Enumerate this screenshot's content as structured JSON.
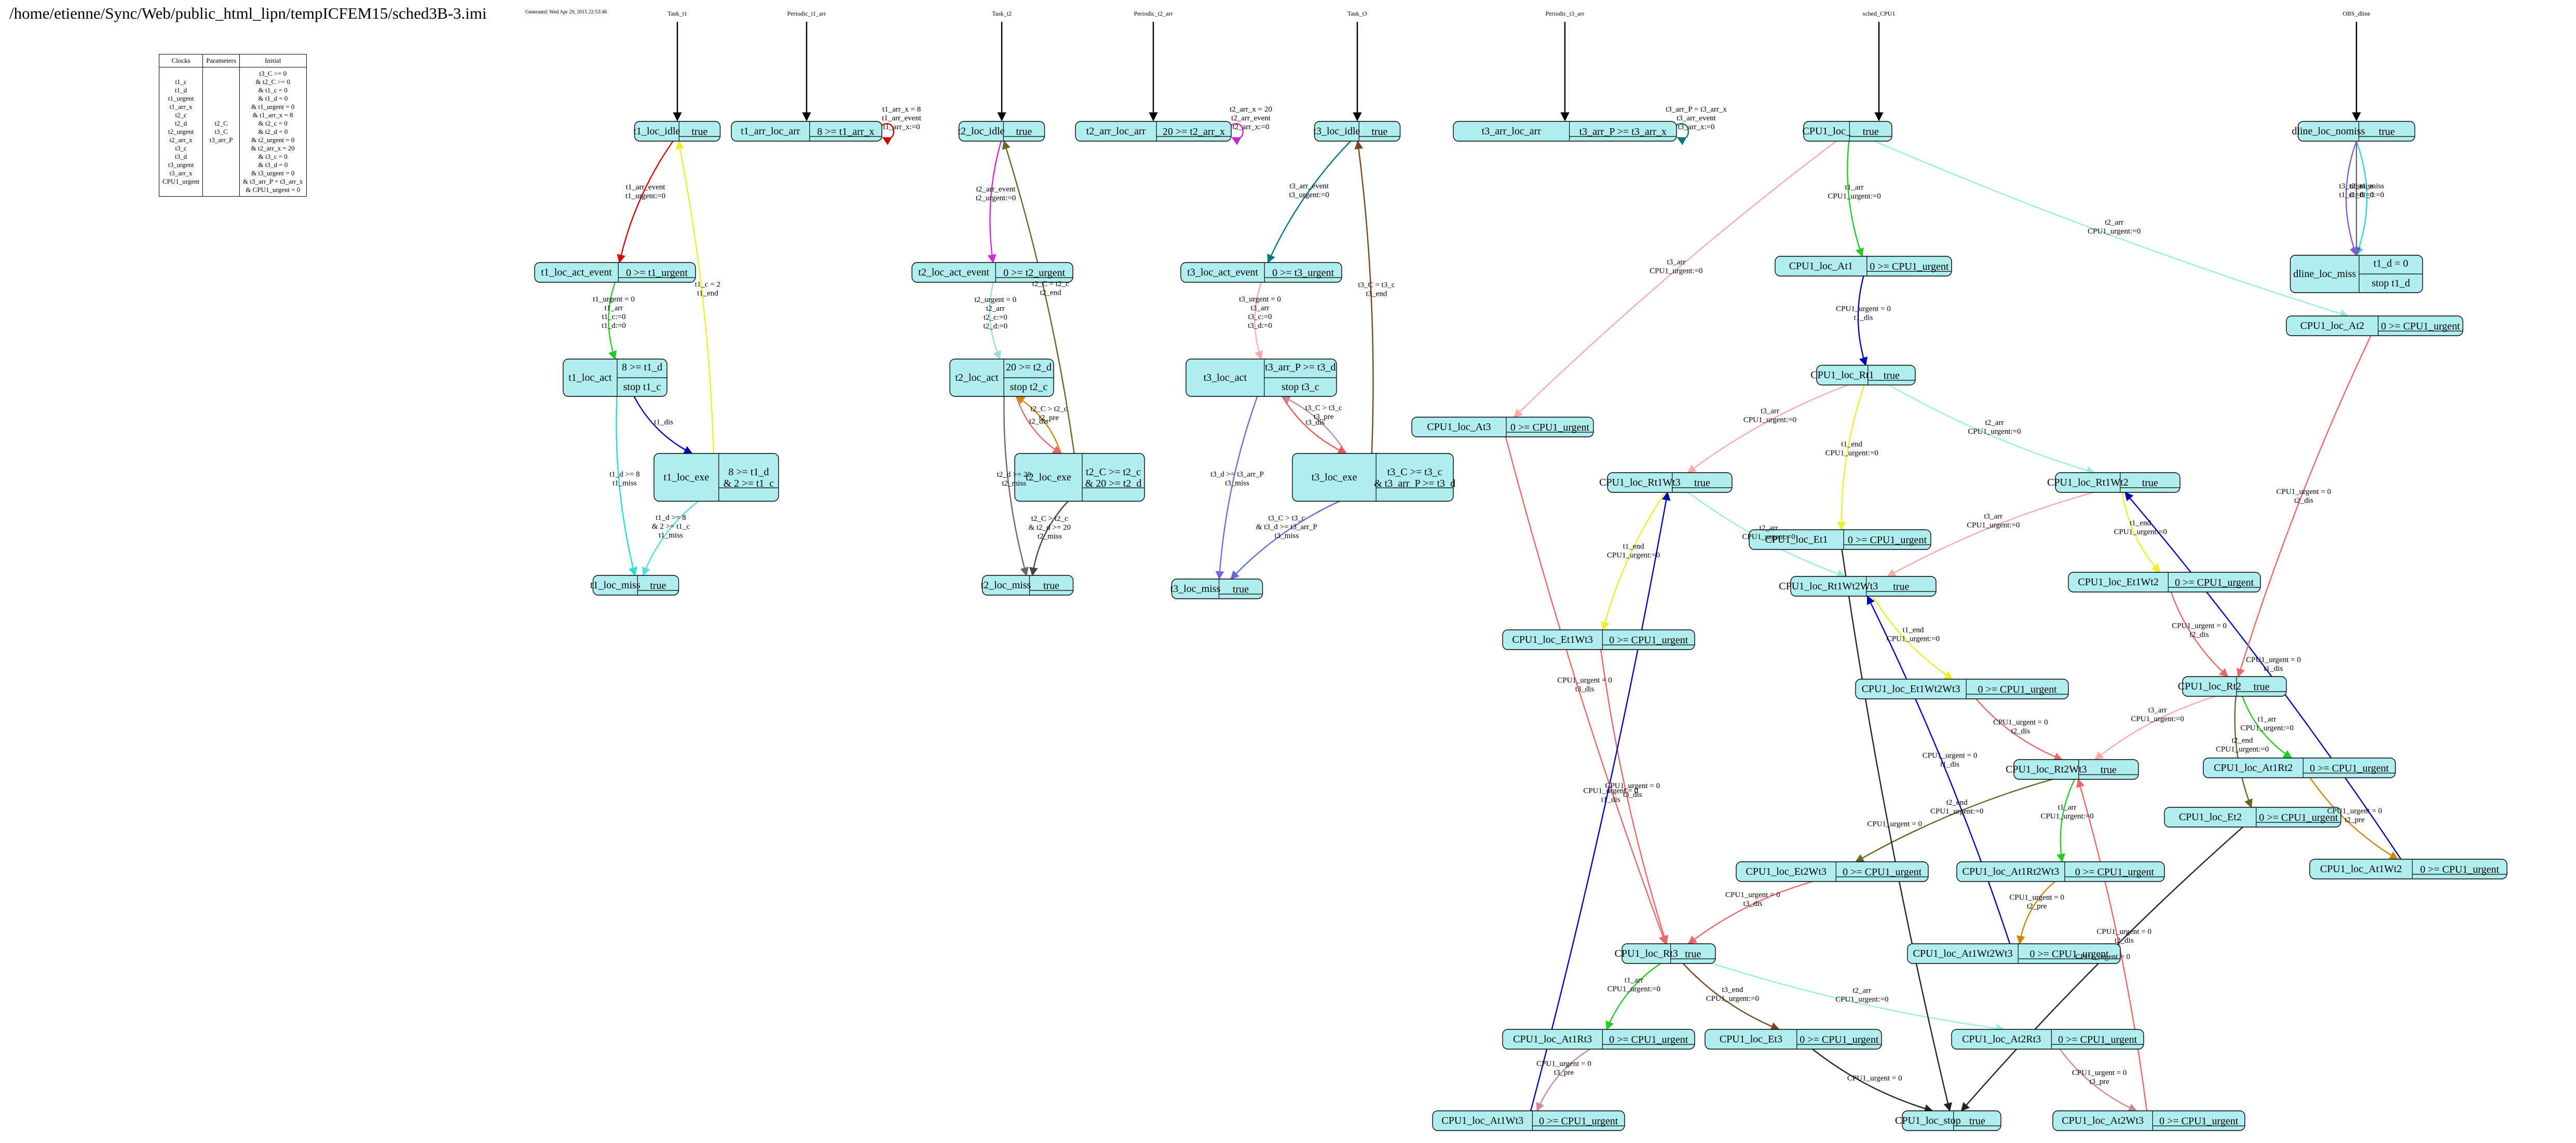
{
  "header": {
    "title": "/home/etienne/Sync/Web/public_html_lipn/tempICFEM15/sched3B-3.imi",
    "generated": "Generated: Wed Apr 29, 2015 22:53:46"
  },
  "legend": {
    "clocks_header": "Clocks",
    "parameters_header": "Parameters",
    "initial_header": "Initial",
    "clocks": [
      "t1_c",
      "t1_d",
      "t1_urgent",
      "t1_arr_x",
      "t2_c",
      "t2_d",
      "t2_urgent",
      "t2_arr_x",
      "t3_c",
      "t3_d",
      "t3_urgent",
      "t3_arr_x",
      "CPU1_urgent"
    ],
    "parameters": [
      "t2_C",
      "t3_C",
      "t3_arr_P"
    ],
    "initial": [
      "t3_C >= 0",
      "& t2_C >= 0",
      "& t1_c = 0",
      "& t1_d = 0",
      "& t1_urgent = 0",
      "& t1_arr_x = 8",
      "& t2_c = 0",
      "& t2_d = 0",
      "& t2_urgent = 0",
      "& t2_arr_x = 20",
      "& t3_c = 0",
      "& t3_d = 0",
      "& t3_urgent = 0",
      "& t3_arr_P = t3_arr_x",
      "& CPU1_urgent = 0"
    ]
  },
  "automata": [
    {
      "id": "a_task_t1",
      "name": "Task_t1"
    },
    {
      "id": "a_periodic_t1",
      "name": "Periodic_t1_arr"
    },
    {
      "id": "a_task_t2",
      "name": "Task_t2"
    },
    {
      "id": "a_periodic_t2",
      "name": "Periodic_t2_arr"
    },
    {
      "id": "a_task_t3",
      "name": "Task_t3"
    },
    {
      "id": "a_periodic_t3",
      "name": "Periodic_t3_arr"
    },
    {
      "id": "a_sched",
      "name": "sched_CPU1"
    },
    {
      "id": "a_obs",
      "name": "OBS_dline"
    }
  ],
  "locations": [
    {
      "id": "t1_idle",
      "name": "t1_loc_idle",
      "inv": "true",
      "stop": ""
    },
    {
      "id": "t1_arr",
      "name": "t1_arr_loc_arr",
      "inv": "8 >= t1_arr_x",
      "stop": ""
    },
    {
      "id": "t1_act_event",
      "name": "t1_loc_act_event",
      "inv": "0 >= t1_urgent",
      "stop": ""
    },
    {
      "id": "t1_act",
      "name": "t1_loc_act",
      "inv": "8 >= t1_d",
      "stop": "stop t1_c"
    },
    {
      "id": "t1_exe",
      "name": "t1_loc_exe",
      "inv": "8 >= t1_d & 2 >= t1_c",
      "stop": ""
    },
    {
      "id": "t1_miss",
      "name": "t1_loc_miss",
      "inv": "true",
      "stop": ""
    },
    {
      "id": "t2_idle",
      "name": "t2_loc_idle",
      "inv": "true",
      "stop": ""
    },
    {
      "id": "t2_arr",
      "name": "t2_arr_loc_arr",
      "inv": "20 >= t2_arr_x",
      "stop": ""
    },
    {
      "id": "t2_act_event",
      "name": "t2_loc_act_event",
      "inv": "0 >= t2_urgent",
      "stop": ""
    },
    {
      "id": "t2_act",
      "name": "t2_loc_act",
      "inv": "20 >= t2_d",
      "stop": "stop t2_c"
    },
    {
      "id": "t2_exe",
      "name": "t2_loc_exe",
      "inv": "t2_C >= t2_c & 20 >= t2_d",
      "stop": ""
    },
    {
      "id": "t2_miss",
      "name": "t2_loc_miss",
      "inv": "true",
      "stop": ""
    },
    {
      "id": "t3_idle",
      "name": "t3_loc_idle",
      "inv": "true",
      "stop": ""
    },
    {
      "id": "t3_arr",
      "name": "t3_arr_loc_arr",
      "inv": "t3_arr_P >= t3_arr_x",
      "stop": ""
    },
    {
      "id": "t3_act_event",
      "name": "t3_loc_act_event",
      "inv": "0 >= t3_urgent",
      "stop": ""
    },
    {
      "id": "t3_act",
      "name": "t3_loc_act",
      "inv": "t3_arr_P >= t3_d",
      "stop": "stop t3_c"
    },
    {
      "id": "t3_exe",
      "name": "t3_loc_exe",
      "inv": "t3_C >= t3_c & t3_arr_P >= t3_d",
      "stop": ""
    },
    {
      "id": "t3_miss",
      "name": "t3_loc_miss",
      "inv": "true",
      "stop": ""
    },
    {
      "id": "c_idle",
      "name": "CPU1_loc_",
      "inv": "true",
      "stop": ""
    },
    {
      "id": "c_At1",
      "name": "CPU1_loc_At1",
      "inv": "0 >= CPU1_urgent",
      "stop": ""
    },
    {
      "id": "c_Rt1",
      "name": "CPU1_loc_Rt1",
      "inv": "true",
      "stop": ""
    },
    {
      "id": "c_At3",
      "name": "CPU1_loc_At3",
      "inv": "0 >= CPU1_urgent",
      "stop": ""
    },
    {
      "id": "c_Rt1Wt3",
      "name": "CPU1_loc_Rt1Wt3",
      "inv": "true",
      "stop": ""
    },
    {
      "id": "c_Rt1Wt2",
      "name": "CPU1_loc_Rt1Wt2",
      "inv": "true",
      "stop": ""
    },
    {
      "id": "c_Et1",
      "name": "CPU1_loc_Et1",
      "inv": "0 >= CPU1_urgent",
      "stop": ""
    },
    {
      "id": "c_Rt1Wt2Wt3",
      "name": "CPU1_loc_Rt1Wt2Wt3",
      "inv": "true",
      "stop": ""
    },
    {
      "id": "c_Et1Wt2",
      "name": "CPU1_loc_Et1Wt2",
      "inv": "0 >= CPU1_urgent",
      "stop": ""
    },
    {
      "id": "c_Et1Wt3",
      "name": "CPU1_loc_Et1Wt3",
      "inv": "0 >= CPU1_urgent",
      "stop": ""
    },
    {
      "id": "c_Et1Wt2Wt3",
      "name": "CPU1_loc_Et1Wt2Wt3",
      "inv": "0 >= CPU1_urgent",
      "stop": ""
    },
    {
      "id": "c_Rt2",
      "name": "CPU1_loc_Rt2",
      "inv": "true",
      "stop": ""
    },
    {
      "id": "c_Rt2Wt3",
      "name": "CPU1_loc_Rt2Wt3",
      "inv": "true",
      "stop": ""
    },
    {
      "id": "c_At1Rt2",
      "name": "CPU1_loc_At1Rt2",
      "inv": "0 >= CPU1_urgent",
      "stop": ""
    },
    {
      "id": "c_Et2",
      "name": "CPU1_loc_Et2",
      "inv": "0 >= CPU1_urgent",
      "stop": ""
    },
    {
      "id": "c_At1Wt2",
      "name": "CPU1_loc_At1Wt2",
      "inv": "0 >= CPU1_urgent",
      "stop": ""
    },
    {
      "id": "c_Et2Wt3",
      "name": "CPU1_loc_Et2Wt3",
      "inv": "0 >= CPU1_urgent",
      "stop": ""
    },
    {
      "id": "c_At1Rt2Wt3",
      "name": "CPU1_loc_At1Rt2Wt3",
      "inv": "0 >= CPU1_urgent",
      "stop": ""
    },
    {
      "id": "c_At1Wt2Wt3",
      "name": "CPU1_loc_At1Wt2Wt3",
      "inv": "0 >= CPU1_urgent",
      "stop": ""
    },
    {
      "id": "c_Rt3",
      "name": "CPU1_loc_Rt3",
      "inv": "true",
      "stop": ""
    },
    {
      "id": "c_At1Rt3",
      "name": "CPU1_loc_At1Rt3",
      "inv": "0 >= CPU1_urgent",
      "stop": ""
    },
    {
      "id": "c_Et3",
      "name": "CPU1_loc_Et3",
      "inv": "0 >= CPU1_urgent",
      "stop": ""
    },
    {
      "id": "c_At2Rt3",
      "name": "CPU1_loc_At2Rt3",
      "inv": "0 >= CPU1_urgent",
      "stop": ""
    },
    {
      "id": "c_At1Wt3",
      "name": "CPU1_loc_At1Wt3",
      "inv": "0 >= CPU1_urgent",
      "stop": ""
    },
    {
      "id": "c_stop",
      "name": "CPU1_loc_stop",
      "inv": "true",
      "stop": ""
    },
    {
      "id": "c_At2Wt3",
      "name": "CPU1_loc_At2Wt3",
      "inv": "0 >= CPU1_urgent",
      "stop": ""
    },
    {
      "id": "c_At2",
      "name": "CPU1_loc_At2",
      "inv": "0 >= CPU1_urgent",
      "stop": ""
    },
    {
      "id": "d_nomiss",
      "name": "dline_loc_nomiss",
      "inv": "true",
      "stop": ""
    },
    {
      "id": "d_miss",
      "name": "dline_loc_miss",
      "inv": "t1_d = 0",
      "stop": "stop t1_d"
    }
  ],
  "edges": [
    {
      "id": "e1",
      "from": "t1_idle",
      "to": "t1_act_event",
      "color": "#dd0000",
      "label": "t1_arr_event\nt1_urgent:=0"
    },
    {
      "id": "e2",
      "from": "t1_act_event",
      "to": "t1_act",
      "color": "#22cc22",
      "label": "t1_urgent = 0\nt1_arr\nt1_c:=0\nt1_d:=0"
    },
    {
      "id": "e3",
      "from": "t1_exe",
      "to": "t1_idle",
      "color": "#eeee22",
      "label": "t1_c = 2\nt1_end"
    },
    {
      "id": "e4",
      "from": "t1_act",
      "to": "t1_exe",
      "color": "#0000bb",
      "label": "t1_dis"
    },
    {
      "id": "e5",
      "from": "t1_act",
      "to": "t1_miss",
      "color": "#22dddd",
      "label": "t1_d >= 8\nt1_miss"
    },
    {
      "id": "e6",
      "from": "t1_exe",
      "to": "t1_miss",
      "color": "#55dddd",
      "label": "t1_d >= 8\n& 2 >= t1_c\nt1_miss"
    },
    {
      "id": "e7",
      "from": "t1_arr",
      "to": "t1_arr",
      "color": "#cc0000",
      "label": "t1_arr_x = 8\nt1_arr_event\nt1_arr_x:=0"
    },
    {
      "id": "e8",
      "from": "t2_idle",
      "to": "t2_act_event",
      "color": "#dd22dd",
      "label": "t2_arr_event\nt2_urgent:=0"
    },
    {
      "id": "e9",
      "from": "t2_act_event",
      "to": "t2_act",
      "color": "#99dddd",
      "label": "t2_urgent = 0\nt2_arr\nt2_c:=0\nt2_d:=0"
    },
    {
      "id": "e10",
      "from": "t2_exe",
      "to": "t2_idle",
      "color": "#666622",
      "label": "t2_C = t2_c\nt2_end"
    },
    {
      "id": "e11",
      "from": "t2_exe",
      "to": "t2_act",
      "color": "#cc8800",
      "label": "t2_C > t2_c\nt2_pre"
    },
    {
      "id": "e12",
      "from": "t2_act",
      "to": "t2_exe",
      "color": "#ee6666",
      "label": "t2_dis"
    },
    {
      "id": "e13",
      "from": "t2_act",
      "to": "t2_miss",
      "color": "#666666",
      "label": "t2_d >= 20\nt2_miss"
    },
    {
      "id": "e14",
      "from": "t2_exe",
      "to": "t2_miss",
      "color": "#444444",
      "label": "t2_C > t2_c\n& t2_d >= 20\nt2_miss"
    },
    {
      "id": "e15",
      "from": "t2_arr",
      "to": "t2_arr",
      "color": "#cc22cc",
      "label": "t2_arr_x = 20\nt2_arr_event\nt2_arr_x:=0"
    },
    {
      "id": "e16",
      "from": "t3_idle",
      "to": "t3_act_event",
      "color": "#007788",
      "label": "t3_arr_event\nt3_urgent:=0"
    },
    {
      "id": "e17",
      "from": "t3_act_event",
      "to": "t3_act",
      "color": "#ffaaaa",
      "label": "t3_urgent = 0\nt3_arr\nt3_c:=0\nt3_d:=0"
    },
    {
      "id": "e18",
      "from": "t3_exe",
      "to": "t3_idle",
      "color": "#774422",
      "label": "t3_C = t3_c\nt3_end"
    },
    {
      "id": "e19",
      "from": "t3_exe",
      "to": "t3_act",
      "color": "#cc8899",
      "label": "t3_C > t3_c\nt3_pre"
    },
    {
      "id": "e20",
      "from": "t3_act",
      "to": "t3_exe",
      "color": "#ee5555",
      "label": "t3_dis"
    },
    {
      "id": "e21",
      "from": "t3_act",
      "to": "t3_miss",
      "color": "#7766dd",
      "label": "t3_d >= t3_arr_P\nt3_miss"
    },
    {
      "id": "e22",
      "from": "t3_exe",
      "to": "t3_miss",
      "color": "#6666dd",
      "label": "t3_C > t3_c\n& t3_d >= t3_arr_P\nt3_miss"
    },
    {
      "id": "e23",
      "from": "t3_arr",
      "to": "t3_arr",
      "color": "#007777",
      "label": "t3_arr_P = t3_arr_x\nt3_arr_event\nt3_arr_x:=0"
    },
    {
      "id": "e24",
      "from": "c_idle",
      "to": "c_At1",
      "color": "#22cc22",
      "label": "t1_arr\nCPU1_urgent:=0"
    },
    {
      "id": "e25",
      "from": "c_idle",
      "to": "c_At3",
      "color": "#ffaaaa",
      "label": "t3_arr\nCPU1_urgent:=0"
    },
    {
      "id": "e26",
      "from": "c_idle",
      "to": "c_At2",
      "color": "#99eedd",
      "label": "t2_arr\nCPU1_urgent:=0"
    },
    {
      "id": "e27",
      "from": "c_At1",
      "to": "c_Rt1",
      "color": "#0000bb",
      "label": "CPU1_urgent = 0\nt1_dis"
    },
    {
      "id": "e28",
      "from": "c_Rt1",
      "to": "c_Rt1Wt3",
      "color": "#ffaaaa",
      "label": "t3_arr\nCPU1_urgent:=0"
    },
    {
      "id": "e29",
      "from": "c_Rt1",
      "to": "c_Et1",
      "color": "#eeee22",
      "label": "t1_end\nCPU1_urgent:=0"
    },
    {
      "id": "e30",
      "from": "c_Rt1",
      "to": "c_Rt1Wt2",
      "color": "#99eedd",
      "label": "t2_arr\nCPU1_urgent:=0"
    },
    {
      "id": "e31",
      "from": "c_Rt1Wt3",
      "to": "c_Et1Wt3",
      "color": "#eeee22",
      "label": "t1_end\nCPU1_urgent:=0"
    },
    {
      "id": "e32",
      "from": "c_Rt1Wt3",
      "to": "c_Rt1Wt2Wt3",
      "color": "#99eedd",
      "label": "t2_arr\nCPU1_urgent:=0"
    },
    {
      "id": "e33",
      "from": "c_Rt1Wt2",
      "to": "c_Rt1Wt2Wt3",
      "color": "#ffaaaa",
      "label": "t3_arr\nCPU1_urgent:=0"
    },
    {
      "id": "e34",
      "from": "c_Rt1Wt2",
      "to": "c_Et1Wt2",
      "color": "#eeee22",
      "label": "t1_end\nCPU1_urgent:=0"
    },
    {
      "id": "e35",
      "from": "c_Rt1Wt2Wt3",
      "to": "c_Et1Wt2Wt3",
      "color": "#eeee22",
      "label": "t1_end\nCPU1_urgent:=0"
    },
    {
      "id": "e36",
      "from": "c_Et1Wt2",
      "to": "c_Rt2",
      "color": "#ee6666",
      "label": "CPU1_urgent = 0\nt2_dis"
    },
    {
      "id": "e37",
      "from": "c_Et1Wt2Wt3",
      "to": "c_Rt2Wt3",
      "color": "#ee6666",
      "label": "CPU1_urgent = 0\nt2_dis"
    },
    {
      "id": "e38",
      "from": "c_Et1Wt3",
      "to": "c_Rt3",
      "color": "#ee6666",
      "label": "CPU1_urgent = 0\nt3_dis"
    },
    {
      "id": "e39",
      "from": "c_Rt2",
      "to": "c_Rt2Wt3",
      "color": "#ffaaaa",
      "label": "t3_arr\nCPU1_urgent:=0"
    },
    {
      "id": "e40",
      "from": "c_Rt2",
      "to": "c_Et2",
      "color": "#666622",
      "label": "t2_end\nCPU1_urgent:=0"
    },
    {
      "id": "e41",
      "from": "c_Rt2",
      "to": "c_At1Rt2",
      "color": "#22cc22",
      "label": "t1_arr\nCPU1_urgent:=0"
    },
    {
      "id": "e42",
      "from": "c_At1Rt2",
      "to": "c_At1Wt2",
      "color": "#cc8800",
      "label": "CPU1_urgent = 0\nt2_pre"
    },
    {
      "id": "e43",
      "from": "c_Rt2Wt3",
      "to": "c_Et2Wt3",
      "color": "#666622",
      "label": "t2_end\nCPU1_urgent:=0"
    },
    {
      "id": "e44",
      "from": "c_Rt2Wt3",
      "to": "c_At1Rt2Wt3",
      "color": "#22cc22",
      "label": "t1_arr\nCPU1_urgent:=0"
    },
    {
      "id": "e45",
      "from": "c_At1Rt2Wt3",
      "to": "c_At1Wt2Wt3",
      "color": "#cc8800",
      "label": "CPU1_urgent = 0\nt2_pre"
    },
    {
      "id": "e46",
      "from": "c_At1Wt2Wt3",
      "to": "c_Rt1Wt2Wt3",
      "color": "#0000bb",
      "label": "CPU1_urgent = 0\nt1_dis"
    },
    {
      "id": "e47",
      "from": "c_Et2Wt3",
      "to": "c_Rt3",
      "color": "#ee6666",
      "label": "CPU1_urgent = 0\nt3_dis"
    },
    {
      "id": "e48",
      "from": "c_At1Wt2",
      "to": "c_Rt1Wt2",
      "color": "#0000bb",
      "label": "CPU1_urgent = 0\nt1_dis"
    },
    {
      "id": "e49",
      "from": "c_Rt3",
      "to": "c_At1Rt3",
      "color": "#22cc22",
      "label": "t1_arr\nCPU1_urgent:=0"
    },
    {
      "id": "e50",
      "from": "c_Rt3",
      "to": "c_Et3",
      "color": "#774422",
      "label": "t3_end\nCPU1_urgent:=0"
    },
    {
      "id": "e51",
      "from": "c_Rt3",
      "to": "c_At2Rt3",
      "color": "#99eedd",
      "label": "t2_arr\nCPU1_urgent:=0"
    },
    {
      "id": "e52",
      "from": "c_At1Rt3",
      "to": "c_At1Wt3",
      "color": "#cc8899",
      "label": "CPU1_urgent = 0\nt3_pre"
    },
    {
      "id": "e53",
      "from": "c_At2Rt3",
      "to": "c_At2Wt3",
      "color": "#cc8899",
      "label": "CPU1_urgent = 0\nt3_pre"
    },
    {
      "id": "e54",
      "from": "c_At1Wt3",
      "to": "c_Rt1Wt3",
      "color": "#0000bb",
      "label": "CPU1_urgent = 0\nt1_dis"
    },
    {
      "id": "e55",
      "from": "c_At2Wt3",
      "to": "c_Rt2Wt3",
      "color": "#ee6666",
      "label": "CPU1_urgent = 0\nt2_dis"
    },
    {
      "id": "e56",
      "from": "c_At3",
      "to": "c_Rt3",
      "color": "#ee6666",
      "label": "CPU1_urgent = 0\nt3_dis"
    },
    {
      "id": "e57",
      "from": "c_At2",
      "to": "c_Rt2",
      "color": "#ee6666",
      "label": "CPU1_urgent = 0\nt2_dis"
    },
    {
      "id": "e58",
      "from": "c_Et3",
      "to": "c_stop",
      "color": "#222222",
      "label": "CPU1_urgent = 0"
    },
    {
      "id": "e59",
      "from": "c_Et2",
      "to": "c_stop",
      "color": "#222222",
      "label": "CPU1_urgent = 0"
    },
    {
      "id": "e60",
      "from": "c_Et1",
      "to": "c_stop",
      "color": "#222222",
      "label": "CPU1_urgent = 0"
    },
    {
      "id": "e61",
      "from": "d_nomiss",
      "to": "d_miss",
      "color": "#22dddd",
      "label": "t1_miss\nt1_d:=0"
    },
    {
      "id": "e62",
      "from": "d_nomiss",
      "to": "d_miss",
      "color": "#666666",
      "label": "t2_miss\nt1_d:=0"
    },
    {
      "id": "e63",
      "from": "d_nomiss",
      "to": "d_miss",
      "color": "#8855dd",
      "label": "t3_miss\nt1_d:=0"
    }
  ]
}
